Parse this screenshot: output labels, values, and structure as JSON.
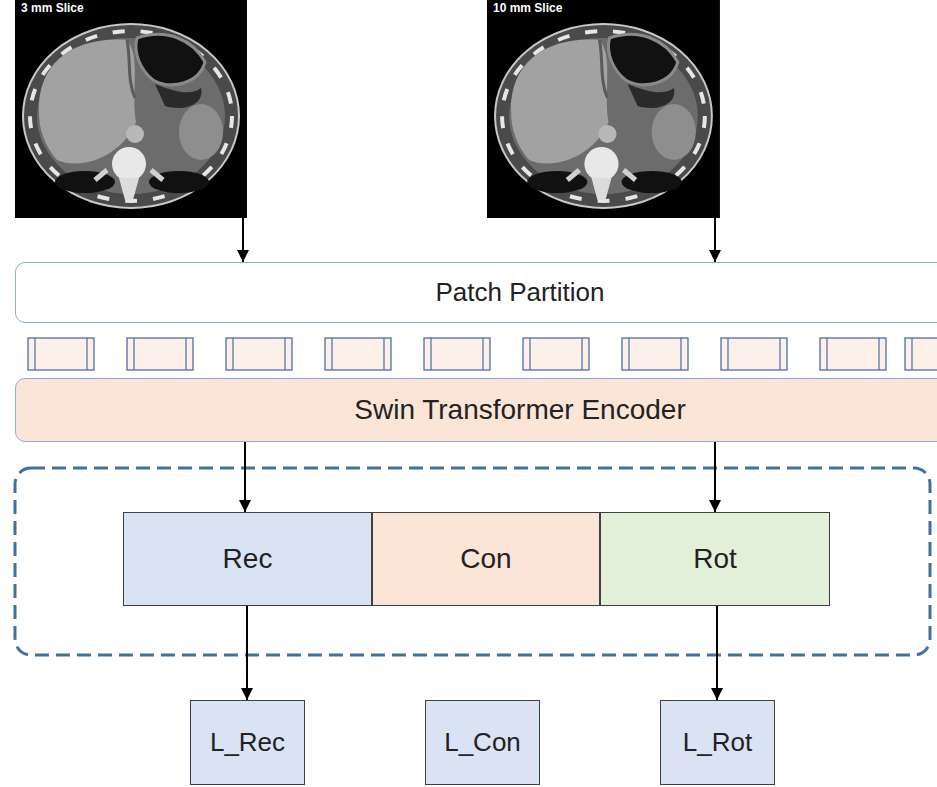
{
  "diagram": {
    "nodes": [
      {
        "text": [
          "3 mm Slice"
        ]
      },
      {
        "text": [
          "10 mm Slice"
        ]
      },
      {
        "text": [
          "Patch Partition"
        ]
      },
      {
        "text": [
          "Swin Transformer Encoder"
        ]
      },
      {
        "text": [
          "Rec"
        ]
      },
      {
        "text": [
          "Con"
        ]
      },
      {
        "text": [
          "Rot"
        ]
      },
      {
        "text": [
          "L_Rec"
        ]
      },
      {
        "text": [
          "L_Con"
        ]
      },
      {
        "text": [
          "L_Rot"
        ]
      }
    ],
    "edges": [
      {
        "from": 0,
        "to": 2,
        "arrow": "to"
      },
      {
        "from": 1,
        "to": 2,
        "arrow": "to"
      },
      {
        "from": 3,
        "to": 4,
        "arrow": "to"
      },
      {
        "from": 3,
        "to": 6,
        "arrow": "to"
      },
      {
        "from": 4,
        "to": 7,
        "arrow": "to"
      },
      {
        "from": 6,
        "to": 9,
        "arrow": "to"
      }
    ]
  }
}
